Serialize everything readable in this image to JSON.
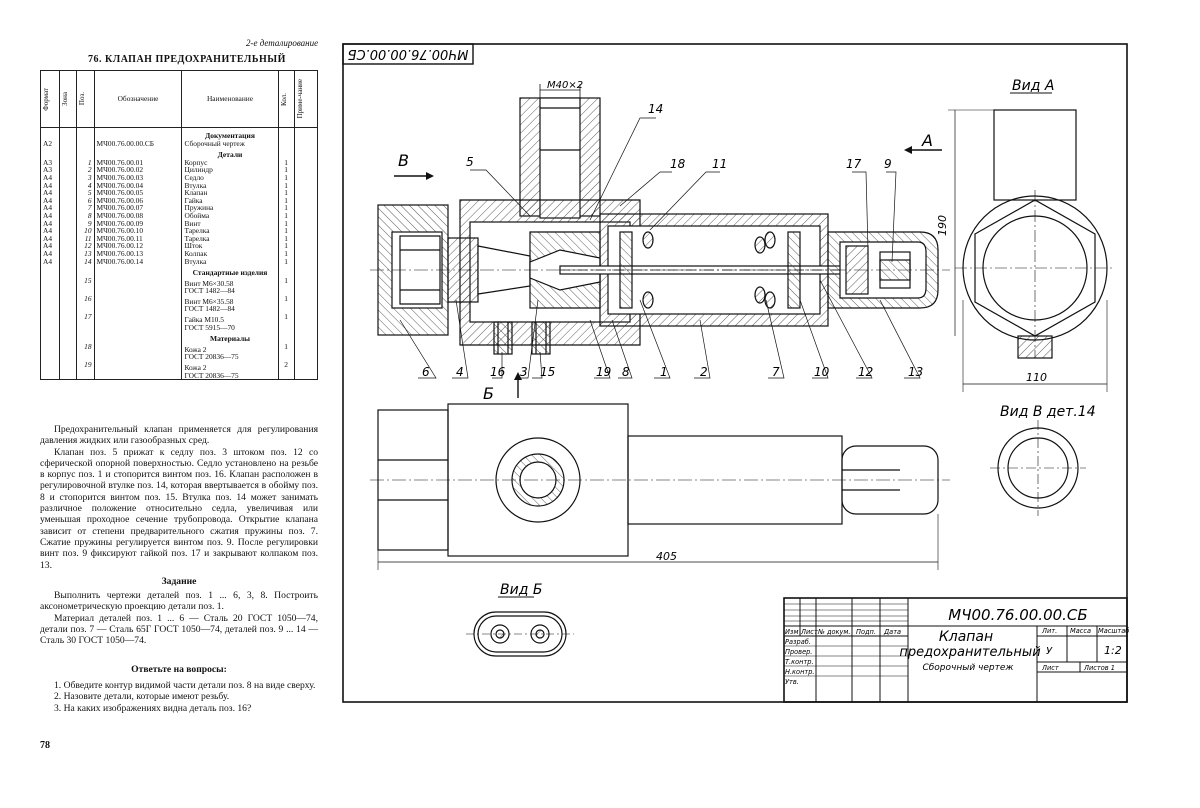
{
  "header_right": "2-е деталирование",
  "title": "76. КЛАПАН ПРЕДОХРАНИТЕЛЬНЫЙ",
  "table": {
    "headers": [
      "Формат",
      "Зона",
      "Поз.",
      "Обозначение",
      "Наименование",
      "Кол.",
      "Приме-чание"
    ],
    "sections": {
      "documentation": "Документация",
      "parts": "Детали",
      "standard": "Стандартные изделия",
      "materials": "Материалы"
    },
    "doc_rows": [
      {
        "format": "A2",
        "pos": "",
        "code": "МЧ00.76.00.00.СБ",
        "name": "Сборочный чертеж",
        "qty": ""
      }
    ],
    "part_rows": [
      {
        "format": "A3",
        "pos": "1",
        "code": "МЧ00.76.00.01",
        "name": "Корпус",
        "qty": "1"
      },
      {
        "format": "A3",
        "pos": "2",
        "code": "МЧ00.76.00.02",
        "name": "Цилиндр",
        "qty": "1"
      },
      {
        "format": "A4",
        "pos": "3",
        "code": "МЧ00.76.00.03",
        "name": "Седло",
        "qty": "1"
      },
      {
        "format": "A4",
        "pos": "4",
        "code": "МЧ00.76.00.04",
        "name": "Втулка",
        "qty": "1"
      },
      {
        "format": "A4",
        "pos": "5",
        "code": "МЧ00.76.00.05",
        "name": "Клапан",
        "qty": "1"
      },
      {
        "format": "A4",
        "pos": "6",
        "code": "МЧ00.76.00.06",
        "name": "Гайка",
        "qty": "1"
      },
      {
        "format": "A4",
        "pos": "7",
        "code": "МЧ00.76.00.07",
        "name": "Пружина",
        "qty": "1"
      },
      {
        "format": "A4",
        "pos": "8",
        "code": "МЧ00.76.00.08",
        "name": "Обойма",
        "qty": "1"
      },
      {
        "format": "A4",
        "pos": "9",
        "code": "МЧ00.76.00.09",
        "name": "Винт",
        "qty": "1"
      },
      {
        "format": "A4",
        "pos": "10",
        "code": "МЧ00.76.00.10",
        "name": "Тарелка",
        "qty": "1"
      },
      {
        "format": "A4",
        "pos": "11",
        "code": "МЧ00.76.00.11",
        "name": "Тарелка",
        "qty": "1"
      },
      {
        "format": "A4",
        "pos": "12",
        "code": "МЧ00.76.00.12",
        "name": "Шток",
        "qty": "1"
      },
      {
        "format": "A4",
        "pos": "13",
        "code": "МЧ00.76.00.13",
        "name": "Колпак",
        "qty": "1"
      },
      {
        "format": "A4",
        "pos": "14",
        "code": "МЧ00.76.00.14",
        "name": "Втулка",
        "qty": "1"
      }
    ],
    "standard_rows": [
      {
        "pos": "15",
        "name1": "Винт М6×30.58",
        "name2": "ГОСТ 1482—84",
        "qty": "1"
      },
      {
        "pos": "16",
        "name1": "Винт М6×35.58",
        "name2": "ГОСТ 1482—84",
        "qty": "1"
      },
      {
        "pos": "17",
        "name1": "Гайка М10.5",
        "name2": "ГОСТ 5915—70",
        "qty": "1"
      }
    ],
    "material_rows": [
      {
        "pos": "18",
        "name1": "Кожа 2",
        "name2": "ГОСТ 20836—75",
        "qty": "1"
      },
      {
        "pos": "19",
        "name1": "Кожа 2",
        "name2": "ГОСТ 20836—75",
        "qty": "2"
      }
    ]
  },
  "description": [
    "Предохранительный клапан применяется для регулирования давления жидких или газообразных сред.",
    "Клапан поз. 5 прижат к седлу поз. 3 штоком поз. 12 со сферической опорной поверхностью. Седло установлено на резьбе в корпус поз. 1 и стопорится винтом поз. 16. Клапан расположен в регулировочной втулке поз. 14, которая ввертывается в обойму поз. 8 и стопорится винтом поз. 15. Втулка поз. 14 может занимать различное положение относительно седла, увеличивая или уменьшая проходное сечение трубопровода. Открытие клапана зависит от степени предварительного сжатия пружины поз. 7. Сжатие пружины регулируется винтом поз. 9. После регулировки винт поз. 9 фиксируют гайкой поз. 17 и закрывают колпаком поз. 13."
  ],
  "task_heading": "Задание",
  "task_text": "Выполнить чертежи деталей поз. 1 ... 6, 3, 8. Построить аксонометрическую проекцию детали поз. 1.",
  "task_material": "Материал деталей поз. 1 ... 6 — Сталь 20 ГОСТ 1050—74, детали поз. 7 — Сталь 65Г ГОСТ 1050—74, деталей поз. 9 ... 14 — Сталь 30 ГОСТ 1050—74.",
  "questions_heading": "Ответьте на вопросы:",
  "questions": [
    "1. Обведите контур видимой части детали поз. 8 на виде сверху.",
    "2. Назовите детали, которые имеют резьбу.",
    "3. На каких изображениях видна деталь поз. 16?"
  ],
  "page_number": "78",
  "drawing": {
    "stamp_code": "МЧ00.76.00.00.СБ",
    "thread": "М40×2",
    "view_a": "Вид А",
    "view_b_detail": "Вид В  дет.14",
    "view_b": "Вид Б",
    "arrow_v": "В",
    "arrow_a": "А",
    "arrow_b": "Б",
    "dim_190": "190",
    "dim_110": "110",
    "dim_405": "405",
    "callouts_top": [
      "5",
      "14",
      "18",
      "11",
      "17",
      "9"
    ],
    "callouts_bottom": [
      "6",
      "4",
      "16",
      "3",
      "15",
      "19",
      "8",
      "1",
      "2",
      "7",
      "10",
      "12",
      "13"
    ]
  },
  "title_block": {
    "code": "МЧ00.76.00.00.СБ",
    "name_line1": "Клапан",
    "name_line2": "предохранительный",
    "doc_type": "Сборочный чертеж",
    "col_headers": [
      "Изм",
      "Лист",
      "№ докум.",
      "Подп.",
      "Дата"
    ],
    "roles": [
      "Разраб.",
      "Провер.",
      "Т.контр.",
      "Н.контр.",
      "Утв."
    ],
    "lit_header": "Лит.",
    "mass_header": "Масса",
    "scale_header": "Масштаб",
    "lit_value": "У",
    "scale_value": "1:2",
    "sheet": "Лист",
    "sheets": "Листов 1"
  }
}
